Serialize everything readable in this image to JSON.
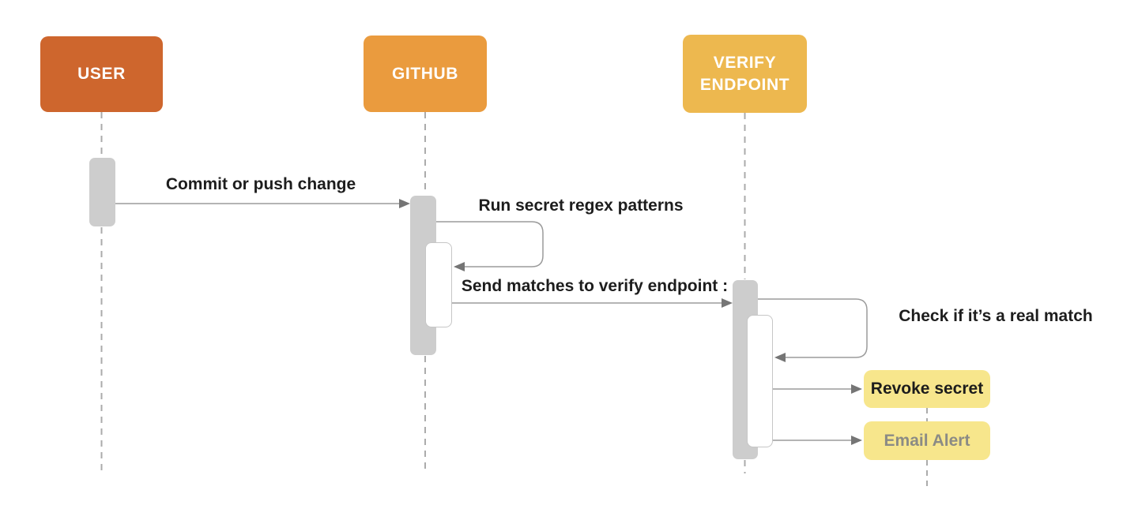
{
  "diagram": {
    "type": "sequence-diagram",
    "actors": [
      {
        "id": "user",
        "label": "USER",
        "color": "#ce662d"
      },
      {
        "id": "github",
        "label": "GITHUB",
        "color": "#ea9b3e"
      },
      {
        "id": "verify-endpoint",
        "label": "VERIFY ENDPOINT",
        "color": "#edb84f"
      }
    ],
    "messages": [
      {
        "from": "user",
        "to": "github",
        "type": "arrow",
        "label": "Commit or push change"
      },
      {
        "from": "github",
        "to": "github",
        "type": "self-loop",
        "label": "Run secret regex patterns"
      },
      {
        "from": "github",
        "to": "verify-endpoint",
        "type": "arrow",
        "label": "Send matches to verify endpoint :"
      },
      {
        "from": "verify-endpoint",
        "to": "verify-endpoint",
        "type": "self-loop",
        "label": "Check if it’s a real match"
      },
      {
        "from": "verify-endpoint",
        "to": "revoke-secret",
        "type": "arrow",
        "label": ""
      },
      {
        "from": "verify-endpoint",
        "to": "email-alert",
        "type": "arrow",
        "label": ""
      }
    ],
    "notes": [
      {
        "id": "revoke-secret",
        "label": "Revoke secret",
        "text_color": "#1c1c1c"
      },
      {
        "id": "email-alert",
        "label": "Email Alert",
        "text_color": "#8b8b85"
      }
    ],
    "colors": {
      "background": "#ffffff",
      "actor_user": "#ce662d",
      "actor_github": "#ea9b3e",
      "actor_verify": "#edb84f",
      "actor_text": "#ffffff",
      "note_fill": "#f7e68c",
      "note_text_dark": "#1c1c1c",
      "note_text_muted": "#8b8b85",
      "activation_fill": "#cdcdcd",
      "nested_fill": "#ffffff",
      "nested_border": "#c6c6c6",
      "lifeline": "#ababab",
      "connector": "#9b9b9b",
      "arrowhead": "#757575",
      "label_text": "#1d1d1d"
    }
  }
}
